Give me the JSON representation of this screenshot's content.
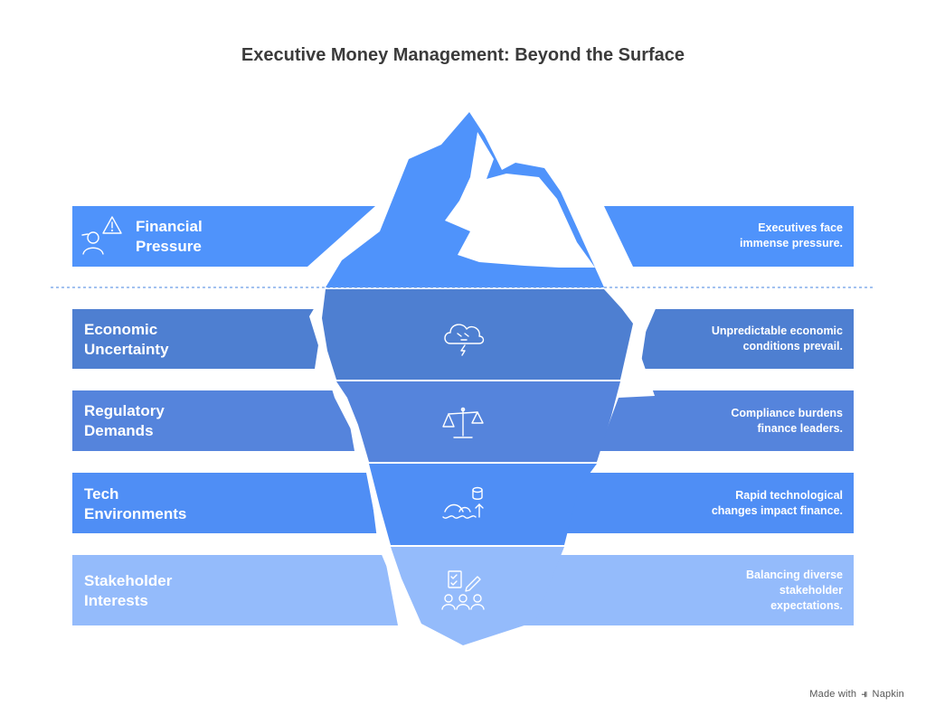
{
  "title": "Executive Money Management: Beyond the Surface",
  "colors": {
    "above": "#4f93fb",
    "economic": "#4e7fd1",
    "regulatory": "#5584dc",
    "tech": "#4f8ef5",
    "stakeholder": "#94bbfb",
    "ice_white": "#ffffff"
  },
  "layers": [
    {
      "label": "Financial\nPressure",
      "description": "Executives face\nimmense pressure.",
      "icon": "person-warning-icon"
    },
    {
      "label": "Economic\nUncertainty",
      "description": "Unpredictable economic\nconditions prevail.",
      "icon": "storm-cloud-icon"
    },
    {
      "label": "Regulatory\nDemands",
      "description": "Compliance burdens\nfinance leaders.",
      "icon": "scales-icon"
    },
    {
      "label": "Tech\nEnvironments",
      "description": "Rapid technological\nchanges impact finance.",
      "icon": "tech-flow-icon"
    },
    {
      "label": "Stakeholder\nInterests",
      "description": "Balancing diverse\nstakeholder\nexpectations.",
      "icon": "stakeholder-group-icon"
    }
  ],
  "footer": {
    "made_with": "Made with",
    "brand": "Napkin"
  }
}
